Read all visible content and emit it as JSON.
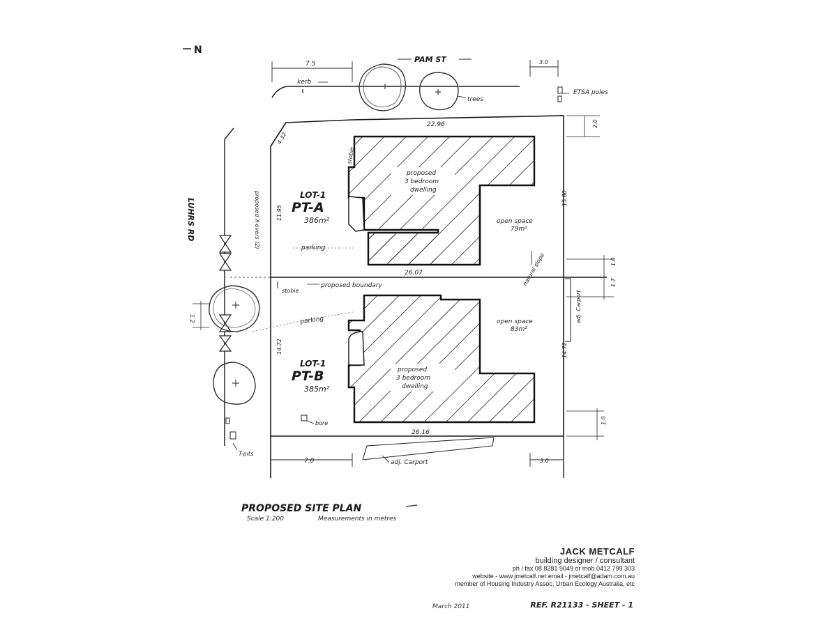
{
  "north": "N",
  "street_top": "PAM ST",
  "street_left": "LUHRS RD",
  "labels": {
    "kerb": "kerb",
    "trees": "trees",
    "etsa_poles": "ETSA poles",
    "stobie": "stobie",
    "proposed_xovers": "proposed X-overs (2)",
    "proposed_boundary": "proposed boundary",
    "natural_slope": "natural slope",
    "adj_carport_right": "adj. Carport",
    "adj_carport_bottom": "adj. Carport",
    "t_pits": "T-pits",
    "bore": "bore"
  },
  "lot_a": {
    "lot": "LOT-1",
    "name": "PT-A",
    "area": "386m²",
    "dwelling": [
      "proposed",
      "3 bedroom",
      "dwelling"
    ],
    "open_space": [
      "open space",
      "79m²"
    ],
    "parking": "parking"
  },
  "lot_b": {
    "lot": "LOT-1",
    "name": "PT-B",
    "area": "385m²",
    "dwelling": [
      "proposed",
      "3 bedroom",
      "dwelling"
    ],
    "open_space": [
      "open space",
      "83m²"
    ],
    "parking": "parking"
  },
  "dimensions": {
    "top_setback": "7.5",
    "top_right": "3.0",
    "top_width": "22.96",
    "corner_cut": "4.32",
    "lot_a_left": "11.95",
    "lot_a_right": "15.80",
    "right_gap_top": "2.0",
    "mid_width": "26.07",
    "right_mid_a": "1.0",
    "right_mid_b": "1.7",
    "left_gap": "1.2",
    "lot_b_left": "14.72",
    "lot_b_right": "14.72",
    "bottom_width": "26.16",
    "bottom_right_gap": "1.0",
    "bottom_setback": "7.0",
    "bottom_right": "3.0"
  },
  "plan_title": "PROPOSED SITE PLAN",
  "plan_scale": "Scale 1:200",
  "plan_units": "Measurements in metres",
  "title_block": {
    "name": "JACK METCALF",
    "role": "building designer / consultant",
    "phone": "ph / fax  08 8281 9049 or mob 0412 799 303",
    "web": "website - www.jmetcalf.net    email - jmetcalf@adam.com.au",
    "member": "member of Housing Industry Assoc, Urban Ecology Australia, etc",
    "date": "March 2011",
    "ref": "REF. R21133 - SHEET - 1"
  }
}
